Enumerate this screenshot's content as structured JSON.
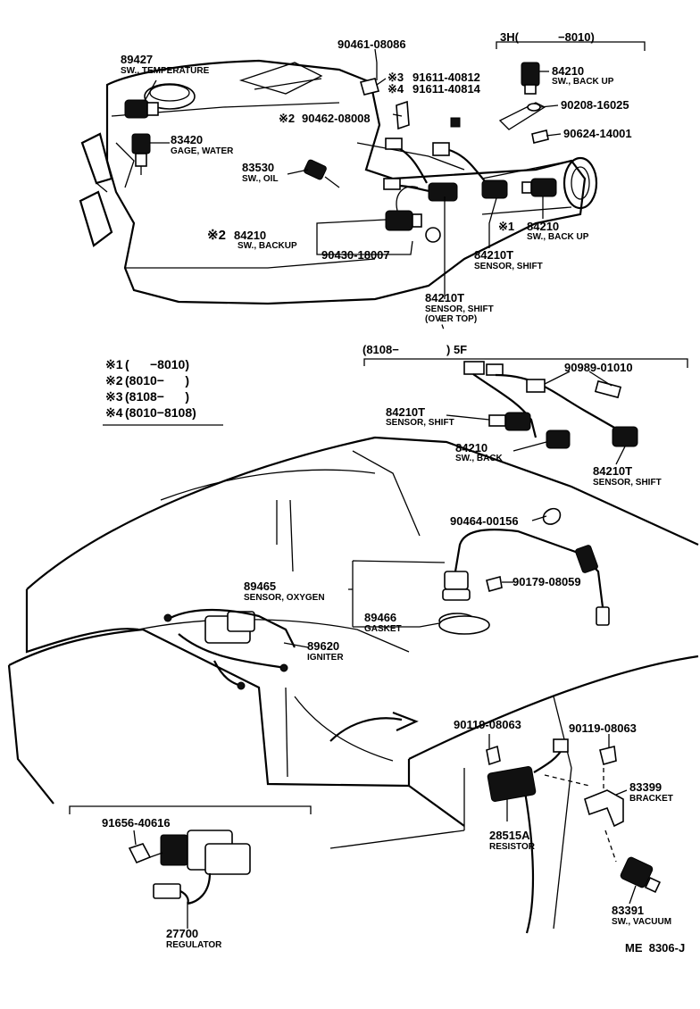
{
  "engine_parts": [
    {
      "id": "p89427",
      "number": "89427",
      "desc": "SW., TEMPERATURE"
    },
    {
      "id": "p83420",
      "number": "83420",
      "desc": "GAGE, WATER"
    },
    {
      "id": "p83530",
      "number": "83530",
      "desc": "SW., OIL"
    },
    {
      "id": "p84210a",
      "number": "84210",
      "desc": "SW., BACKUP",
      "mark": "※2"
    },
    {
      "id": "p90430",
      "number": "90430-18007",
      "desc": ""
    },
    {
      "id": "p90461",
      "number": "90461-08086",
      "desc": ""
    },
    {
      "id": "p91611a",
      "number": "91611-40812",
      "desc": "",
      "mark": "※3"
    },
    {
      "id": "p91611b",
      "number": "91611-40814",
      "desc": "",
      "mark": "※4"
    },
    {
      "id": "p90462",
      "number": "90462-08008",
      "desc": "",
      "mark": "※2"
    },
    {
      "id": "p84210T_ot",
      "number": "84210T",
      "desc": "SENSOR, SHIFT",
      "desc2": "(OVER TOP)"
    },
    {
      "id": "p84210T_a",
      "number": "84210T",
      "desc": "SENSOR, SHIFT"
    },
    {
      "id": "p84210b",
      "number": "84210",
      "desc": "SW., BACK UP",
      "mark": "※1"
    }
  ],
  "group_3h": {
    "label": "3H(",
    "range": "−8010)",
    "parts": [
      {
        "number": "84210",
        "desc": "SW., BACK UP"
      },
      {
        "number": "90208-16025",
        "desc": ""
      },
      {
        "number": "90624-14001",
        "desc": ""
      }
    ]
  },
  "legend": [
    {
      "mark": "※1",
      "text": "(      −8010)"
    },
    {
      "mark": "※2",
      "text": "(8010−      )"
    },
    {
      "mark": "※3",
      "text": "(8108−      )"
    },
    {
      "mark": "※4",
      "text": "(8010−8108)"
    }
  ],
  "group_5f": {
    "label": "(8108−",
    "suffix": ") 5F",
    "parts": [
      {
        "number": "90989-01010",
        "desc": ""
      },
      {
        "number": "84210T",
        "desc": "SENSOR, SHIFT"
      },
      {
        "number": "84210",
        "desc": "SW., BACK"
      },
      {
        "number": "84210T",
        "desc": "SENSOR, SHIFT"
      }
    ]
  },
  "body_parts": [
    {
      "id": "p90464",
      "number": "90464-00156",
      "desc": ""
    },
    {
      "id": "p90179",
      "number": "90179-08059",
      "desc": ""
    },
    {
      "id": "p89465",
      "number": "89465",
      "desc": "SENSOR, OXYGEN"
    },
    {
      "id": "p89466",
      "number": "89466",
      "desc": "GASKET"
    },
    {
      "id": "p89620",
      "number": "89620",
      "desc": "IGNITER"
    },
    {
      "id": "p90119a",
      "number": "90119-08063",
      "desc": ""
    },
    {
      "id": "p90119b",
      "number": "90119-08063",
      "desc": ""
    },
    {
      "id": "p83399",
      "number": "83399",
      "desc": "BRACKET"
    },
    {
      "id": "p28515",
      "number": "28515A",
      "desc": "RESISTOR"
    },
    {
      "id": "p83391",
      "number": "83391",
      "desc": "SW., VACUUM"
    },
    {
      "id": "p91656",
      "number": "91656-40616",
      "desc": ""
    },
    {
      "id": "p27700",
      "number": "27700",
      "desc": "REGULATOR"
    }
  ],
  "footer_code": "ME  8306-J"
}
